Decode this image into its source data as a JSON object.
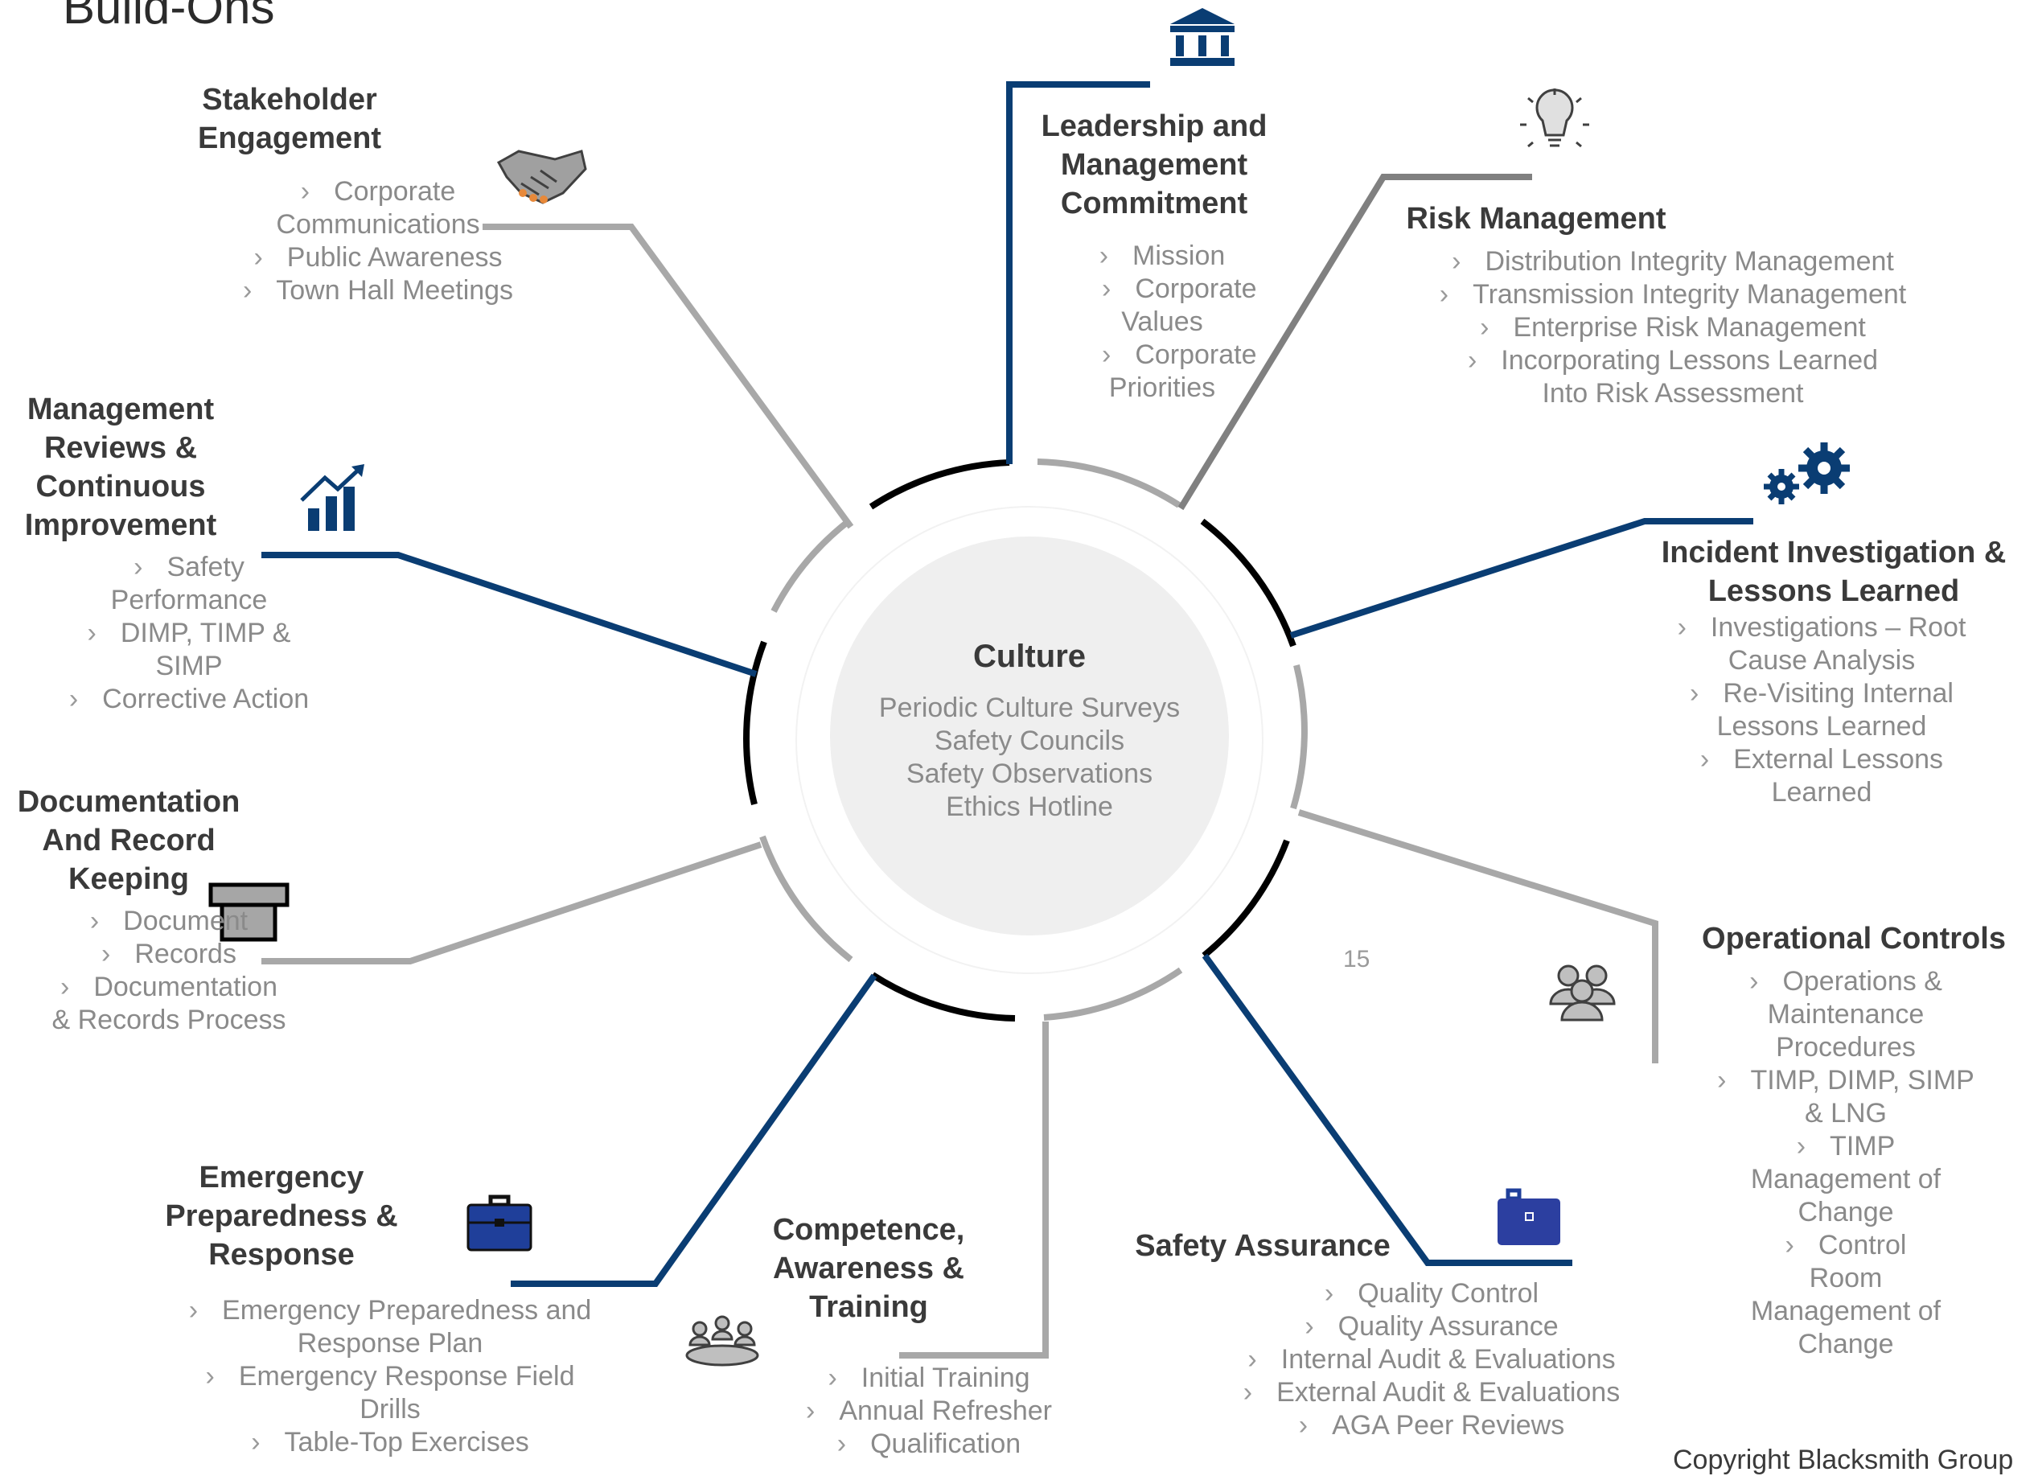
{
  "page": {
    "title": "Build-Ons",
    "page_number": "15",
    "copyright": "Copyright Blacksmith Group"
  },
  "colors": {
    "navy": "#0a3d73",
    "gray": "#a8a8a8",
    "dark_gray": "#808080",
    "black": "#000000",
    "center_fill": "#efefef"
  },
  "center": {
    "title": "Culture",
    "items": [
      "Periodic Culture Surveys",
      "Safety Councils",
      "Safety Observations",
      "Ethics Hotline"
    ]
  },
  "elements": {
    "stakeholder": {
      "heading": [
        "Stakeholder",
        "Engagement"
      ],
      "items": [
        "Corporate Communications",
        "Public Awareness",
        "Town Hall Meetings"
      ],
      "icon": "handshake-icon"
    },
    "leadership": {
      "heading": [
        "Leadership and",
        "Management",
        "Commitment"
      ],
      "items": [
        "Mission",
        "Corporate Values",
        "Corporate Priorities"
      ],
      "icon": "institution-icon"
    },
    "risk": {
      "heading": [
        "Risk Management"
      ],
      "items": [
        "Distribution Integrity Management",
        "Transmission Integrity Management",
        "Enterprise Risk Management",
        "Incorporating Lessons Learned Into Risk Assessment"
      ],
      "icon": "lightbulb-icon"
    },
    "incident": {
      "heading": [
        "Incident Investigation &",
        "Lessons Learned"
      ],
      "items": [
        "Investigations – Root Cause Analysis",
        "Re-Visiting Internal Lessons Learned",
        "External Lessons Learned"
      ],
      "icon": "gears-icon"
    },
    "operational": {
      "heading": [
        "Operational Controls"
      ],
      "items": [
        "Operations & Maintenance Procedures",
        "TIMP, DIMP, SIMP & LNG",
        "TIMP Management of Change",
        "Control Room Management of Change"
      ],
      "icon": "people-group-icon"
    },
    "assurance": {
      "heading": [
        "Safety Assurance"
      ],
      "items": [
        "Quality Control",
        "Quality Assurance",
        "Internal Audit & Evaluations",
        "External Audit & Evaluations",
        "AGA Peer Reviews"
      ],
      "icon": "briefcase-icon"
    },
    "competence": {
      "heading": [
        "Competence,",
        "Awareness &",
        "Training"
      ],
      "items": [
        "Initial Training",
        "Annual Refresher",
        "Qualification"
      ],
      "icon": "meeting-icon"
    },
    "emergency": {
      "heading": [
        "Emergency",
        "Preparedness &",
        "Response"
      ],
      "items": [
        "Emergency Preparedness and Response Plan",
        "Emergency Response Field Drills",
        "Table-Top Exercises"
      ],
      "icon": "briefcase-icon"
    },
    "documentation": {
      "heading": [
        "Documentation",
        "And Record",
        "Keeping"
      ],
      "items": [
        "Document",
        "Records",
        "Documentation & Records Process"
      ],
      "icon": "file-box-icon"
    },
    "management": {
      "heading": [
        "Management",
        "Reviews &",
        "Continuous",
        "Improvement"
      ],
      "items": [
        "Safety Performance",
        "DIMP, TIMP & SIMP",
        "Corrective Action"
      ],
      "icon": "growth-chart-icon"
    }
  }
}
